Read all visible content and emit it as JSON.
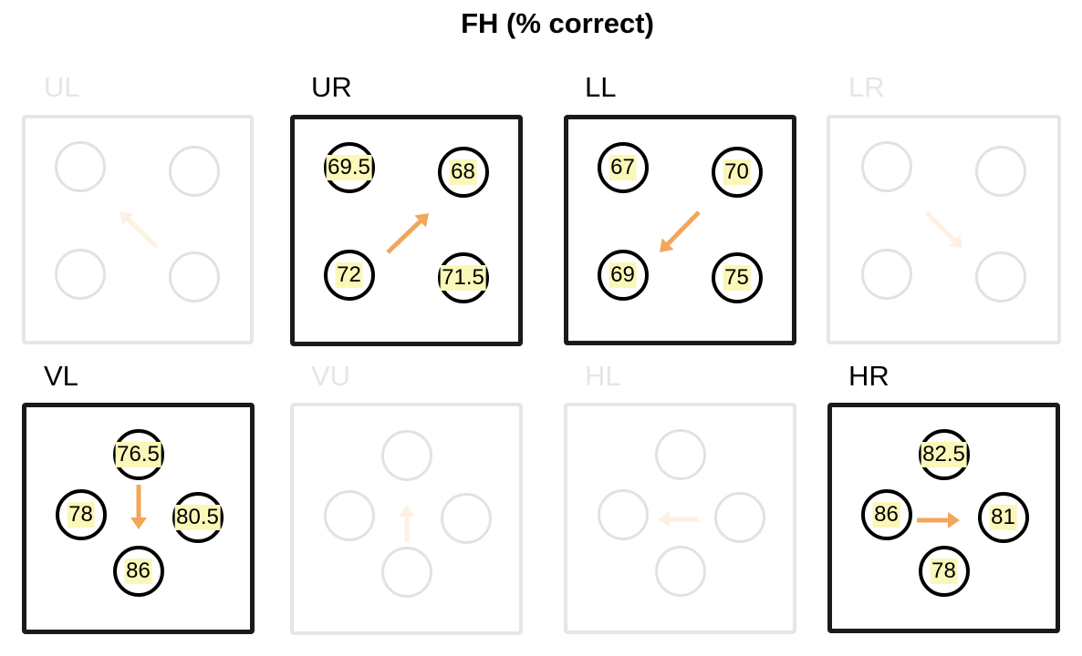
{
  "title": "FH (% correct)",
  "colors": {
    "arrow": "#f2a65a",
    "arrow_faded": "#fdf1e3",
    "highlight": "#fbf7b8"
  },
  "panels": [
    {
      "label": "UL",
      "active": false,
      "layout": "square",
      "direction": "up-left",
      "values": [
        "",
        "",
        "",
        ""
      ]
    },
    {
      "label": "UR",
      "active": true,
      "layout": "square",
      "direction": "up-right",
      "values": [
        "69.5",
        "68",
        "72",
        "71.5"
      ]
    },
    {
      "label": "LL",
      "active": true,
      "layout": "square",
      "direction": "down-left",
      "values": [
        "67",
        "70",
        "69",
        "75"
      ]
    },
    {
      "label": "LR",
      "active": false,
      "layout": "square",
      "direction": "down-right",
      "values": [
        "",
        "",
        "",
        ""
      ]
    },
    {
      "label": "VL",
      "active": true,
      "layout": "diamond",
      "direction": "down",
      "values": [
        "76.5",
        "78",
        "80.5",
        "86"
      ]
    },
    {
      "label": "VU",
      "active": false,
      "layout": "diamond",
      "direction": "up",
      "values": [
        "",
        "",
        "",
        ""
      ]
    },
    {
      "label": "HL",
      "active": false,
      "layout": "diamond",
      "direction": "left",
      "values": [
        "",
        "",
        "",
        ""
      ]
    },
    {
      "label": "HR",
      "active": true,
      "layout": "diamond",
      "direction": "right",
      "values": [
        "82.5",
        "86",
        "81",
        "78"
      ]
    }
  ]
}
